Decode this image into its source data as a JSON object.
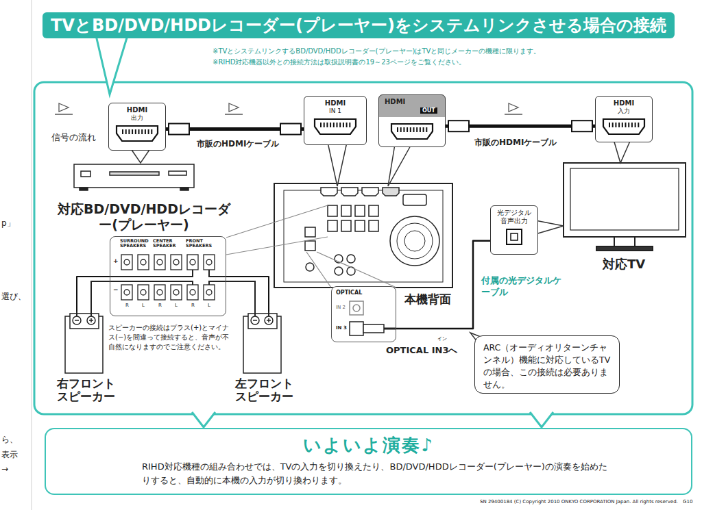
{
  "diagram": {
    "title": "TVとBD/DVD/HDDレコーダー(プレーヤー)をシステムリンクさせる場合の接続",
    "nodes": [
      {
        "text": [
          "対応BD/DVD/HDDレコーダー(プレーヤー)"
        ]
      },
      {
        "text": [
          "HDMI",
          "出力"
        ]
      },
      {
        "text": [
          "本機背面"
        ]
      },
      {
        "text": [
          "HDMI",
          "IN 1"
        ]
      },
      {
        "text": [
          "HDMI",
          "OUT"
        ]
      },
      {
        "text": [
          "対応TV"
        ]
      },
      {
        "text": [
          "HDMI",
          "入力"
        ]
      },
      {
        "text": [
          "光デジタル 音声出力"
        ]
      },
      {
        "text": [
          "OPTICAL",
          "IN 2",
          "IN 3"
        ]
      },
      {
        "text": [
          "SURROUND SPEAKERS",
          "CENTER SPEAKER",
          "FRONT SPEAKERS",
          "R",
          "L",
          "R",
          "L",
          "R",
          "L",
          "+",
          "−"
        ]
      },
      {
        "text": [
          "右フロント スピーカー"
        ]
      },
      {
        "text": [
          "左フロント スピーカー"
        ]
      },
      {
        "text": [
          "ARC（オーディオリターンチャンネル）機能に対応しているTVの場合、この接続は必要ありません。"
        ]
      },
      {
        "text": [
          "いよいよ演奏♪",
          "RIHD対応機種の組み合わせでは、TVの入力を切り換えたり、BD/DVD/HDDレコーダー(プレーヤー)の演奏を始めたりすると、自動的に本機の入力が切り換わります。"
        ]
      }
    ],
    "edges": [
      {
        "from": 1,
        "to": 3,
        "label": "市販のHDMIケーブル",
        "arrow": "none"
      },
      {
        "from": 4,
        "to": 6,
        "label": "市販のHDMIケーブル",
        "arrow": "none"
      },
      {
        "from": 7,
        "to": 8,
        "label": "付属の光デジタルケーブル",
        "arrow": "none"
      },
      {
        "from": 9,
        "to": 10,
        "arrow": "none"
      },
      {
        "from": 9,
        "to": 11,
        "arrow": "none"
      }
    ],
    "labels": [
      "※TVとシステムリンクするBD/DVD/HDDレコーダー(プレーヤー)はTVと同じメーカーの機種に限ります。",
      "※RIHD対応機器以外との接続方法は取扱説明書の19～23ページをご覧ください。",
      "信号の流れ",
      "OPTICAL IN3へ",
      "イン",
      "スピーカーの接続はプラス(+)とマイナス(−)を間違って接続すると、音声が不自然になりますのでご注意ください。",
      "SN 29400184 (C) Copyright 2010 ONKYO CORPORATION Japan. All rights reserved.",
      "G10",
      "p」",
      "選び、",
      "ら、",
      "表示",
      "→"
    ]
  }
}
